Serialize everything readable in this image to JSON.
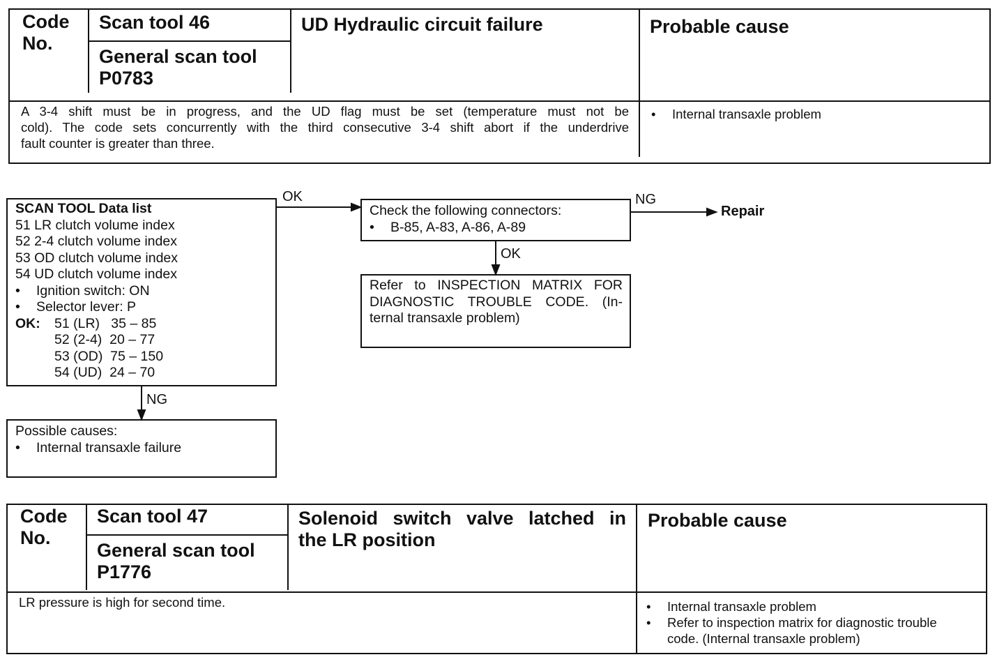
{
  "table1": {
    "code_label_1": "Code",
    "code_label_2": "No.",
    "scan_tool": "Scan tool 46",
    "general_scan_tool_1": "General scan tool",
    "general_scan_tool_2": "P0783",
    "title": "UD Hydraulic circuit failure",
    "probable_cause_header": "Probable cause",
    "description": [
      "A 3-4 shift must be in progress, and the UD flag must be set (temperature must not be",
      "cold). The code sets concurrently with the third consecutive 3-4 shift abort if the underdrive",
      "fault counter is greater than three."
    ],
    "causes": [
      "Internal transaxle problem"
    ],
    "bullet": "•"
  },
  "flowchart": {
    "datalist": {
      "lines": [
        "SCAN TOOL Data list",
        "51 LR clutch volume index",
        "52 2-4 clutch volume index",
        "53 OD clutch volume index",
        "54 UD clutch volume index"
      ],
      "bullets": [
        "Ignition switch: ON",
        "Selector lever: P"
      ],
      "ok_label": "OK:",
      "ok_values": [
        "51 (LR)   35 – 85",
        "52 (2-4)  20 – 77",
        "53 (OD)  75 – 150",
        "54 (UD)  24 – 70"
      ]
    },
    "connectors": {
      "line1": "Check the following connectors:",
      "line2": "B-85, A-83, A-86, A-89"
    },
    "refer": {
      "lines": [
        "Refer to INSPECTION MATRIX FOR",
        "DIAGNOSTIC TROUBLE CODE. (In-",
        "ternal transaxle problem)"
      ]
    },
    "possible": {
      "line1": "Possible causes:",
      "line2": "Internal transaxle failure"
    },
    "repair": "Repair",
    "labels": {
      "ok1": "OK",
      "ng1": "NG",
      "ok2": "OK",
      "ng2": "NG"
    }
  },
  "table2": {
    "code_label_1": "Code",
    "code_label_2": "No.",
    "scan_tool": "Scan tool 47",
    "general_scan_tool_1": "General scan tool",
    "general_scan_tool_2": "P1776",
    "title_1": "Solenoid switch valve latched in",
    "title_2": "the LR position",
    "probable_cause_header": "Probable cause",
    "description": "LR pressure is high for second time.",
    "causes": [
      "Internal transaxle problem",
      "Refer to inspection matrix for diagnostic trouble",
      "code. (Internal transaxle problem)"
    ],
    "bullet": "•"
  }
}
